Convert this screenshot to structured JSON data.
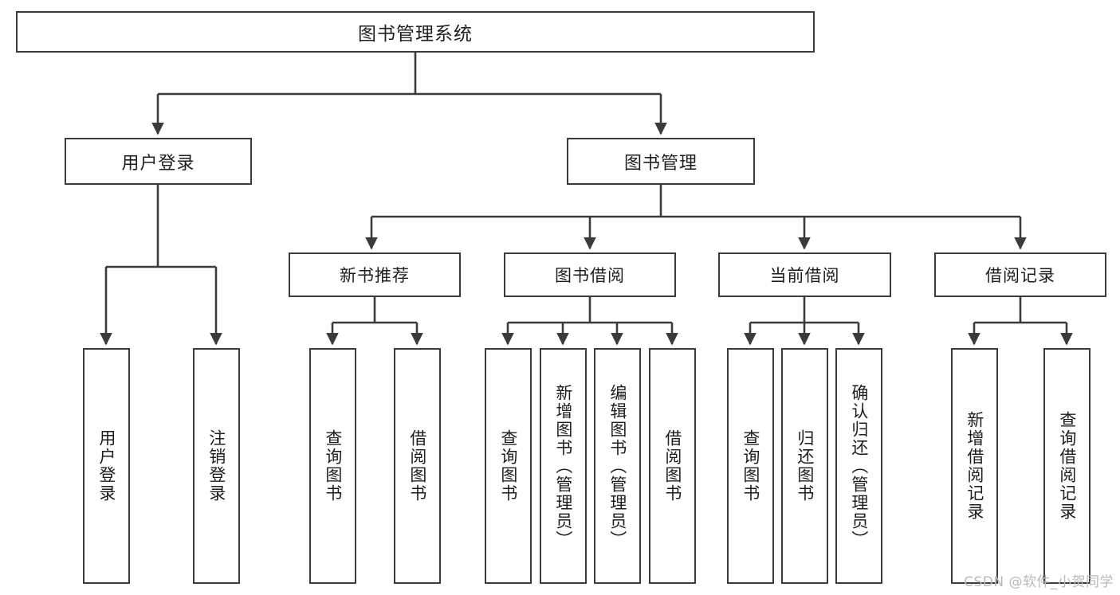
{
  "diagram": {
    "title": "图书管理系统",
    "type": "tree-hierarchy-diagram",
    "colors": {
      "box_border": "#3b3b3b",
      "box_fill": "#ffffff",
      "connector": "#3b3b3b",
      "text": "#1d1d1d",
      "watermark": "#b9b9b9",
      "background": "#ffffff"
    }
  },
  "root": {
    "label": "图书管理系统"
  },
  "level2": [
    {
      "label": "用户登录"
    },
    {
      "label": "图书管理"
    }
  ],
  "level3": [
    {
      "label": "新书推荐"
    },
    {
      "label": "图书借阅"
    },
    {
      "label": "当前借阅"
    },
    {
      "label": "借阅记录"
    }
  ],
  "leaves": {
    "user_login": [
      {
        "label": "用户登录"
      },
      {
        "label": "注销登录"
      }
    ],
    "new_book_recommend": [
      {
        "label": "查询图书"
      },
      {
        "label": "借阅图书"
      }
    ],
    "book_borrow": [
      {
        "label": "查询图书"
      },
      {
        "label": "新增图书（管理员）"
      },
      {
        "label": "编辑图书（管理员）"
      },
      {
        "label": "借阅图书"
      }
    ],
    "current_borrow": [
      {
        "label": "查询图书"
      },
      {
        "label": "归还图书"
      },
      {
        "label": "确认归还（管理员）"
      }
    ],
    "borrow_record": [
      {
        "label": "新增借阅记录"
      },
      {
        "label": "查询借阅记录"
      }
    ]
  },
  "watermark": {
    "text": "CSDN @软件_小贺同学"
  }
}
